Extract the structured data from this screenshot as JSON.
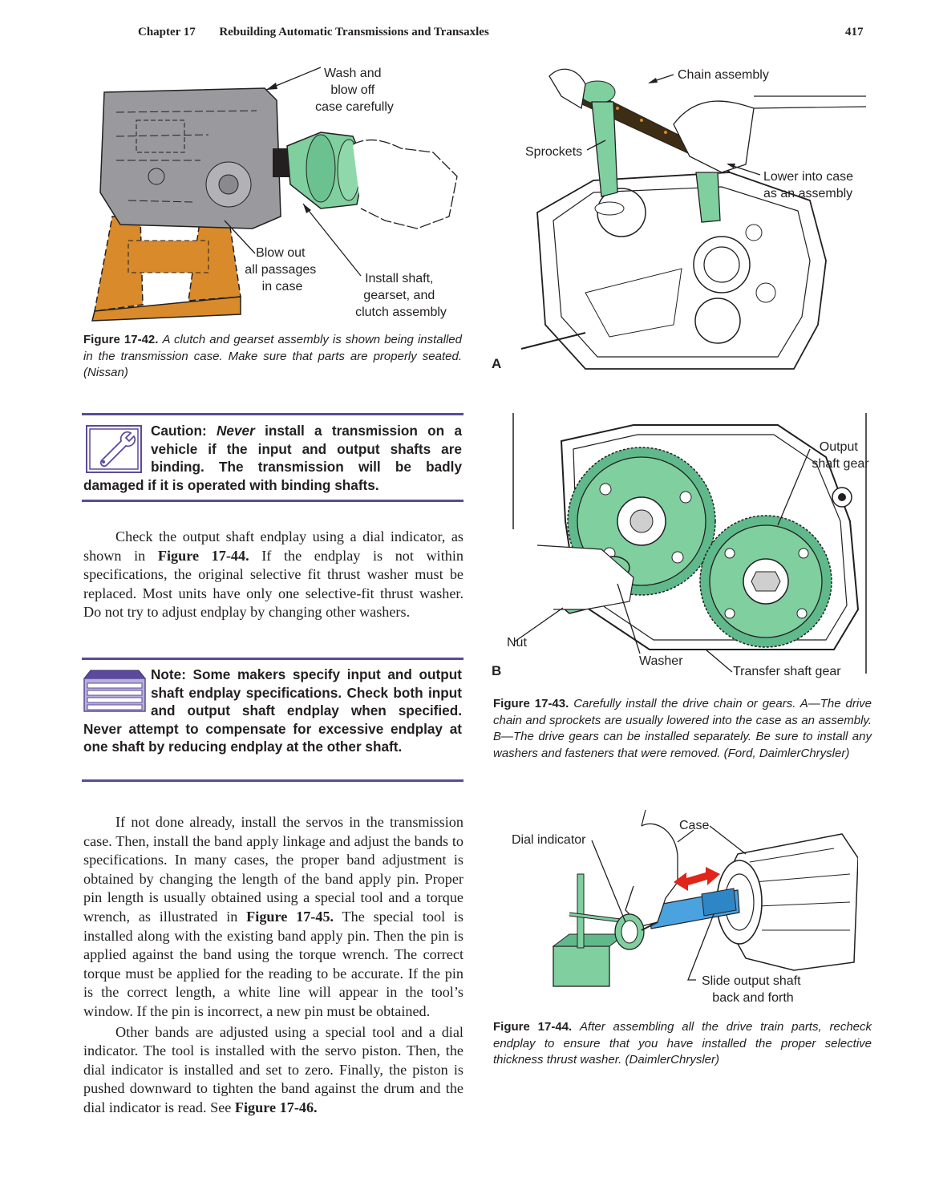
{
  "header": {
    "chapter": "Chapter 17",
    "title": "Rebuilding Automatic Transmissions and Transaxles",
    "page_number": "417"
  },
  "figure_42": {
    "callouts": {
      "wash": [
        "Wash and",
        "blow off",
        "case carefully"
      ],
      "blow": [
        "Blow out",
        "all passages",
        "in case"
      ],
      "install": [
        "Install shaft,",
        "gearset, and",
        "clutch assembly"
      ]
    },
    "label": "Figure 17-42.",
    "caption": "A clutch and gearset assembly is shown being installed in the transmission case. Make sure that parts are properly seated. (Nissan)"
  },
  "caution": {
    "lead": "Caution:",
    "emphasis": "Never",
    "text": "install a transmission on a vehicle if the input and output shafts are binding. The transmission will be badly damaged if it is operated with binding shafts."
  },
  "paragraph_1": {
    "before": "Check the output shaft endplay using a dial indicator, as shown in",
    "ref": "Figure 17-44.",
    "after": "If the endplay is not within specifications, the original selective fit thrust washer must be replaced. Most units have only one selective-fit thrust washer. Do not try to adjust endplay by changing other washers."
  },
  "note": {
    "text": "Note: Some makers specify input and output shaft endplay specifications. Check both input and output shaft endplay when specified. Never attempt to compensate for excessive endplay at one shaft by reducing endplay at the other shaft."
  },
  "paragraph_2": {
    "before": "If not done already, install the servos in the transmission case. Then, install the band apply linkage and adjust the bands to specifications. In many cases, the proper band adjustment is obtained by changing the length of the band apply pin. Proper pin length is usually obtained using a special tool and a torque wrench, as illustrated in",
    "ref": "Figure 17-45.",
    "after": "The special tool is installed along with the existing band apply pin. Then the pin is applied against the band using the torque wrench. The correct torque must be applied for the reading to be accurate. If the pin is the correct length, a white line will appear in the tool’s window. If the pin is incorrect, a new pin must be obtained."
  },
  "paragraph_3": {
    "before": "Other bands are adjusted using a special tool and a dial indicator. The tool is installed with the servo piston. Then, the dial indicator is installed and set to zero. Finally, the piston is pushed downward to tighten the band against the drum and the dial indicator is read. See",
    "ref": "Figure 17-46."
  },
  "figure_43": {
    "panel_a": {
      "letter": "A",
      "chain": "Chain assembly",
      "sprockets": "Sprockets",
      "lower": [
        "Lower into case",
        "as an assembly"
      ]
    },
    "panel_b": {
      "letter": "B",
      "output": [
        "Output",
        "shaft gear"
      ],
      "nut": "Nut",
      "washer": "Washer",
      "transfer": "Transfer shaft gear"
    },
    "label": "Figure 17-43.",
    "caption": "Carefully install the drive chain or gears. A—The drive chain and sprockets are usually lowered into the case as an assembly. B—The drive gears can be installed separately. Be sure to install any washers and fasteners that were removed. (Ford, DaimlerChrysler)"
  },
  "figure_44": {
    "case": "Case",
    "dial": "Dial indicator",
    "slide": [
      "Slide output shaft",
      "back and forth"
    ],
    "label": "Figure 17-44.",
    "caption": "After assembling all the drive train parts, recheck endplay to ensure that you have installed the proper selective thickness thrust washer. (DaimlerChrysler)"
  },
  "colors": {
    "accent_rule": "#5b4a9b",
    "part_green": "#7fcf9f",
    "stand_orange": "#d98a2b",
    "shaft_blue": "#4aa3df",
    "arrow_red": "#e0251b"
  }
}
